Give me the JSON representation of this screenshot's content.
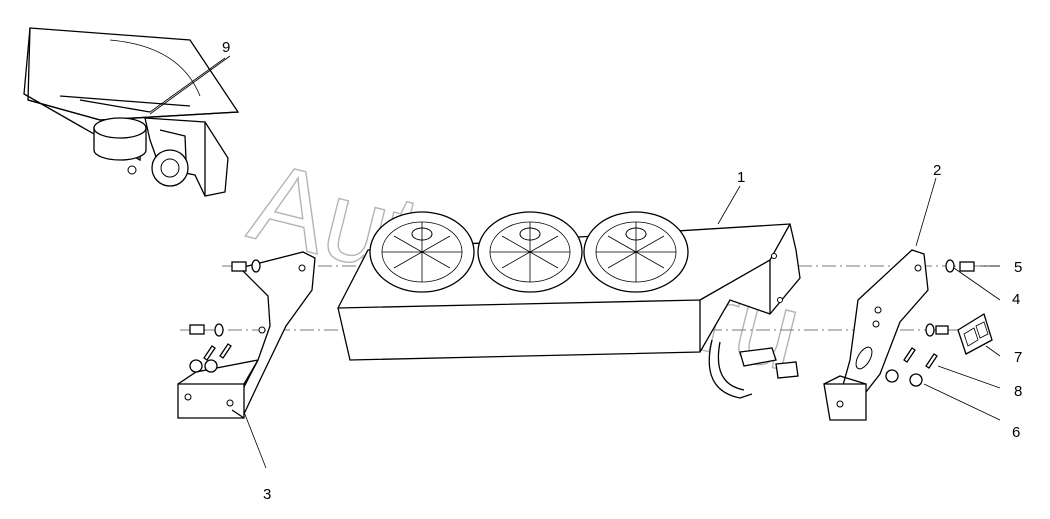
{
  "watermark": "AutoSoft.ru",
  "callouts": [
    {
      "id": "1",
      "label": "1"
    },
    {
      "id": "2",
      "label": "2"
    },
    {
      "id": "3",
      "label": "3"
    },
    {
      "id": "4",
      "label": "4"
    },
    {
      "id": "5",
      "label": "5"
    },
    {
      "id": "6",
      "label": "6"
    },
    {
      "id": "7",
      "label": "7"
    },
    {
      "id": "8",
      "label": "8"
    },
    {
      "id": "9",
      "label": "9"
    }
  ],
  "inset": {
    "icon": "inset-mount-view"
  },
  "parts": {
    "condenser": {
      "icon": "condenser-fan-unit",
      "fans": 3
    },
    "bracket_left": {
      "icon": "left-bracket"
    },
    "bracket_right": {
      "icon": "right-bracket"
    },
    "label_plate": {
      "icon": "warning-label-plate"
    }
  }
}
